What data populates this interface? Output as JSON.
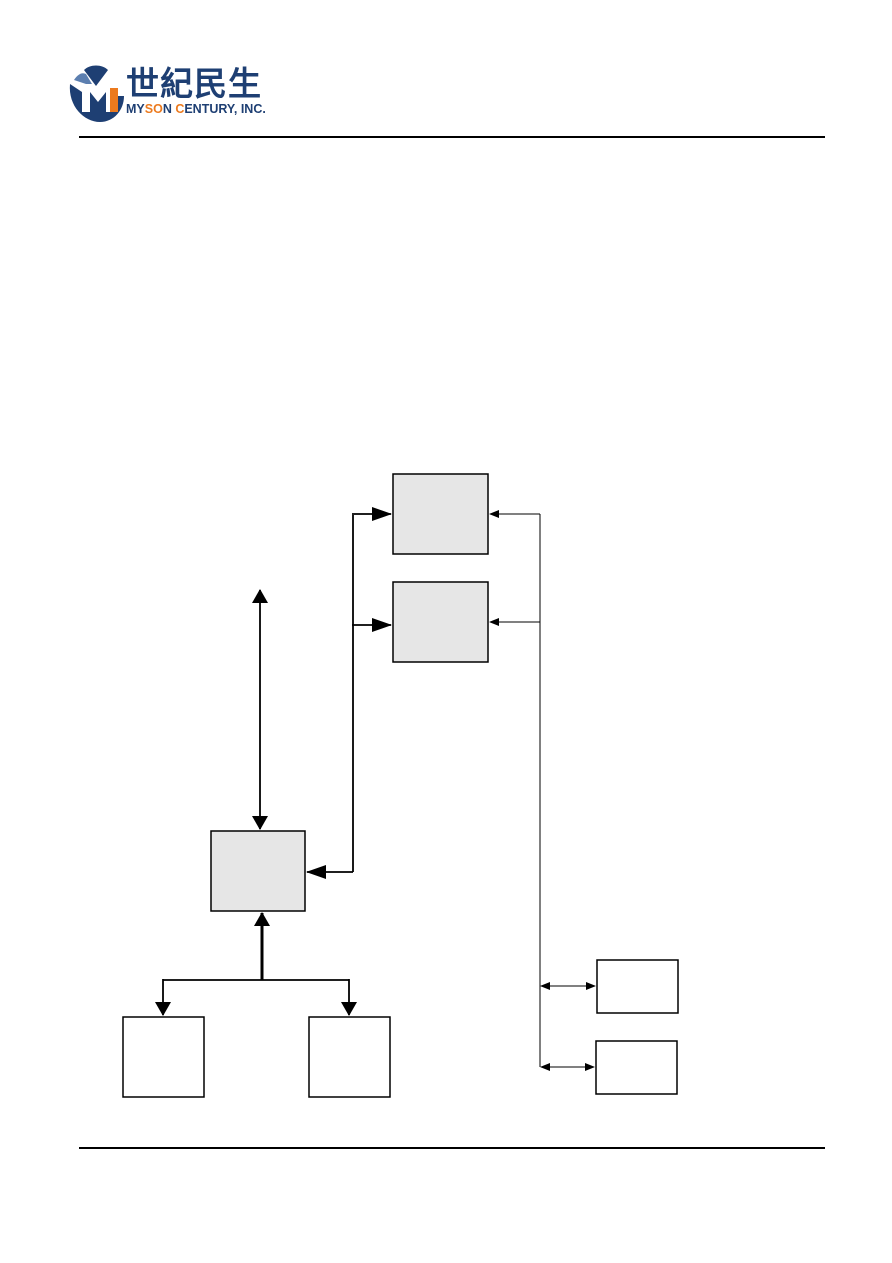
{
  "header": {
    "logo_chinese": "世紀民生",
    "logo_english_prefix": "MY",
    "logo_english_accent": "SO",
    "logo_english_middle": "N ",
    "logo_english_accent2": "C",
    "logo_english_suffix": "ENTURY, INC.",
    "brand_color": "#1e3f73",
    "accent_color": "#ec7a1e"
  },
  "diagram": {
    "box_fill_shaded": "#e6e6e6",
    "box_fill_plain": "#ffffff",
    "line_color": "#000000"
  }
}
